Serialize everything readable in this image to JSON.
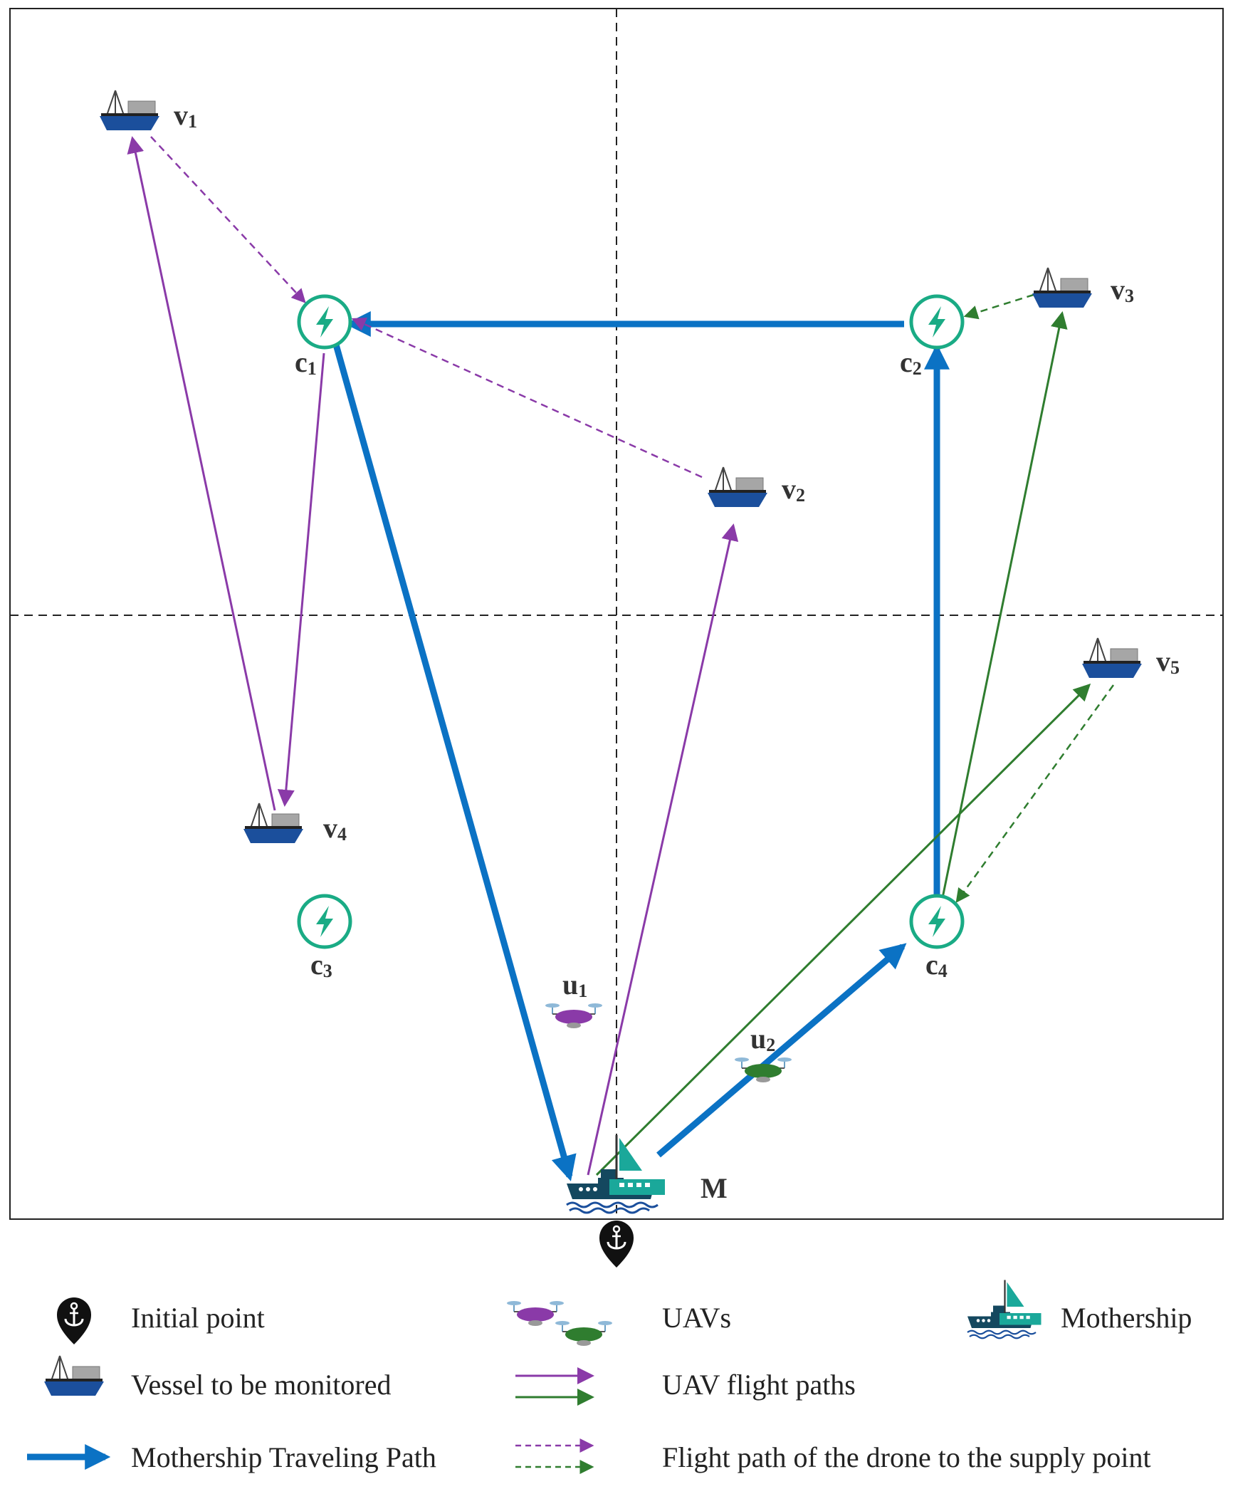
{
  "diagram": {
    "vessels": [
      {
        "id": "v1",
        "letter": "v",
        "sub": "1"
      },
      {
        "id": "v2",
        "letter": "v",
        "sub": "2"
      },
      {
        "id": "v3",
        "letter": "v",
        "sub": "3"
      },
      {
        "id": "v4",
        "letter": "v",
        "sub": "4"
      },
      {
        "id": "v5",
        "letter": "v",
        "sub": "5"
      }
    ],
    "charging_stations": [
      {
        "id": "c1",
        "letter": "c",
        "sub": "1"
      },
      {
        "id": "c2",
        "letter": "c",
        "sub": "2"
      },
      {
        "id": "c3",
        "letter": "c",
        "sub": "3"
      },
      {
        "id": "c4",
        "letter": "c",
        "sub": "4"
      }
    ],
    "uavs": [
      {
        "id": "u1",
        "letter": "u",
        "sub": "1",
        "color": "#8a3aa8"
      },
      {
        "id": "u2",
        "letter": "u",
        "sub": "2",
        "color": "#2f7d2f"
      }
    ],
    "mothership": {
      "label": "M"
    }
  },
  "legend": {
    "initial_point": "Initial point",
    "uavs": "UAVs",
    "mothership": "Mothership",
    "vessel": "Vessel to be monitored",
    "uav_paths": "UAV flight paths",
    "mothership_path": "Mothership Traveling Path",
    "supply_path": "Flight path of the drone to the supply point"
  },
  "colors": {
    "mothership_path": "#0b72c4",
    "uav1_path": "#8a3aa8",
    "uav2_path": "#2f7d2f",
    "station": "#1aab85",
    "vessel_hull": "#1b4f9c",
    "mothership_sail": "#1aa89a"
  }
}
